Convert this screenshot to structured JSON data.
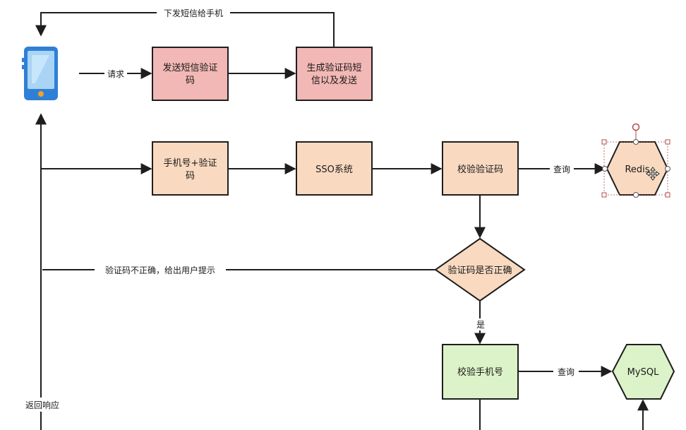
{
  "nodes": {
    "send_sms": {
      "line1": "发送短信验证",
      "line2": "码"
    },
    "gen_code": {
      "line1": "生成验证码短",
      "line2": "信以及发送"
    },
    "phone_code": {
      "line1": "手机号+验证",
      "line2": "码"
    },
    "sso": {
      "label": "SSO系统"
    },
    "verify_code": {
      "label": "校验验证码"
    },
    "redis": {
      "label": "Redis"
    },
    "is_correct": {
      "label": "验证码是否正确"
    },
    "verify_phone": {
      "label": "校验手机号"
    },
    "mysql": {
      "label": "MySQL"
    }
  },
  "edges": {
    "sms_to_phone": "下发短信给手机",
    "request": "请求",
    "query_redis": "查询",
    "incorrect": "验证码不正确，给出用户提示",
    "yes": "是",
    "query_mysql": "查询",
    "return_response": "返回响应"
  },
  "colors": {
    "pink": "#f2b8b5",
    "peach": "#f9dac0",
    "green": "#dcf2c8",
    "stroke": "#1e1e1e",
    "phone_body": "#2f7fd6",
    "phone_screen": "#a9d4f5",
    "phone_button": "#f0a030",
    "selection": "#b34b4b"
  }
}
